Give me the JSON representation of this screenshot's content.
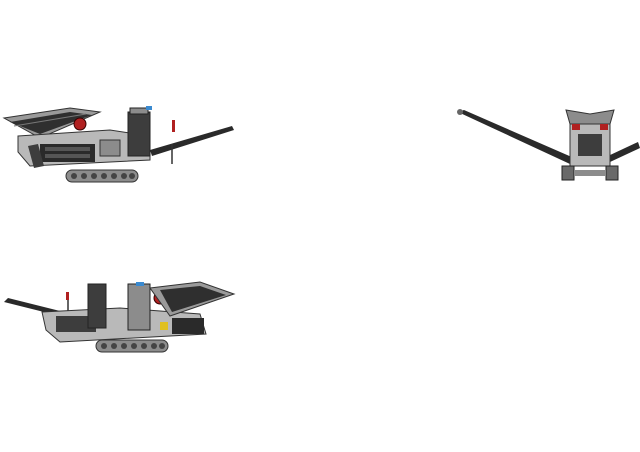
{
  "scene": {
    "views": [
      {
        "id": "side-left",
        "name": "machine-side-view-left"
      },
      {
        "id": "rear",
        "name": "machine-rear-view"
      },
      {
        "id": "side-right",
        "name": "machine-side-view-right"
      }
    ]
  },
  "colors": {
    "background": "#ffffff",
    "body_light": "#b9b9b9",
    "body_mid": "#8c8c8c",
    "body_dark": "#3d3d3d",
    "conveyor": "#2a2a2a",
    "accent_red": "#b02020",
    "accent_yellow": "#e0c020",
    "accent_blue": "#3a8ad0"
  }
}
